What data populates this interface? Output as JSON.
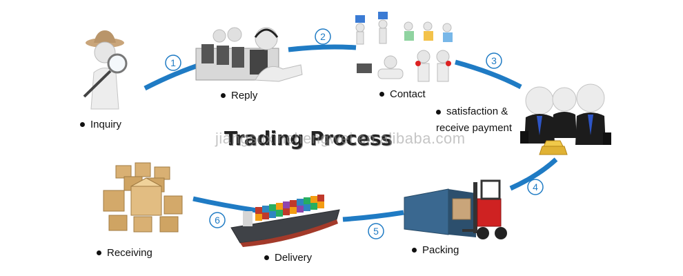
{
  "title": "Trading Process",
  "watermark": "jiangsuxinchengwei.en.alibaba.com",
  "colors": {
    "arc": "#1f7bc4",
    "badge": "#1f7bc4",
    "text": "#111111"
  },
  "steps": [
    {
      "number": "1",
      "label": "Inquiry"
    },
    {
      "number": "2",
      "label": "Reply"
    },
    {
      "number": "3",
      "label": "Contact"
    },
    {
      "number": "4",
      "label_lines": [
        "satisfaction &",
        "receive payment"
      ]
    },
    {
      "number": "5",
      "label": "Packing"
    },
    {
      "number": "6",
      "label": "Delivery"
    },
    {
      "number": "",
      "label": "Receiving"
    }
  ],
  "illustrations": {
    "inquiry": "detective-with-magnifier-icon",
    "reply": "call-center-operators-icon",
    "contact": "people-communicating-icon",
    "payment": "businessmen-with-gold-icon",
    "packing": "container-forklift-icon",
    "delivery": "cargo-ship-icon",
    "receiving": "cardboard-boxes-icon"
  }
}
